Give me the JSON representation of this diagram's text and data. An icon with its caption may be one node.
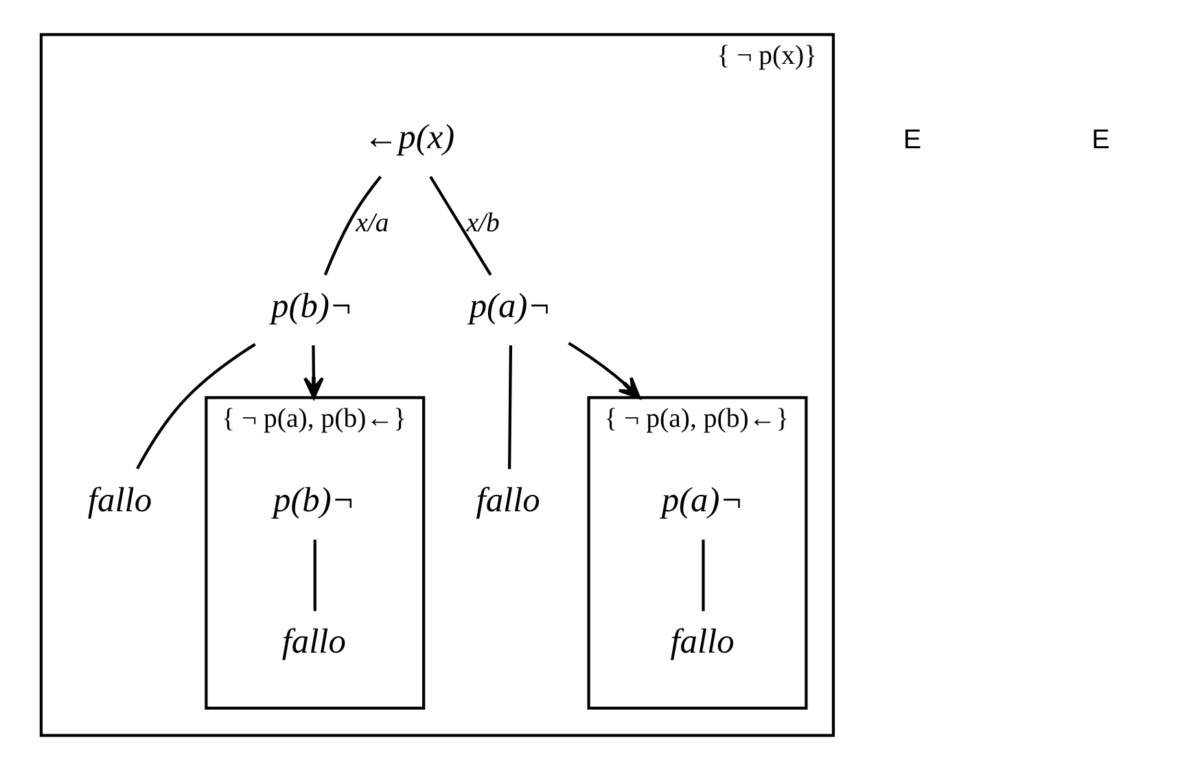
{
  "diagram": {
    "nodes": [
      {
        "text": [
          "{ ¬ p(x)}"
        ]
      },
      {
        "text": [
          "←p(x)"
        ],
        "in": 0
      },
      {
        "text": [
          "p(b)¬"
        ],
        "in": 0
      },
      {
        "text": [
          "p(a)¬"
        ],
        "in": 0
      },
      {
        "text": [
          "fallo"
        ],
        "in": 0
      },
      {
        "text": [
          "fallo"
        ],
        "in": 0
      },
      {
        "text": [
          "{ ¬ p(a), p(b)←}"
        ],
        "in": 0
      },
      {
        "text": [
          "p(b)¬"
        ],
        "in": 6
      },
      {
        "text": [
          "fallo"
        ],
        "in": 6
      },
      {
        "text": [
          "{ ¬ p(a), p(b)←}"
        ],
        "in": 0
      },
      {
        "text": [
          "p(a)¬"
        ],
        "in": 9
      },
      {
        "text": [
          "fallo"
        ],
        "in": 9
      }
    ],
    "edges": [
      {
        "from": 1,
        "to": 2,
        "arrow": "none",
        "label": "x/a"
      },
      {
        "from": 1,
        "to": 3,
        "arrow": "none",
        "label": "x/b"
      },
      {
        "from": 2,
        "to": 6,
        "arrow": "to"
      },
      {
        "from": 2,
        "to": 4,
        "arrow": "none"
      },
      {
        "from": 3,
        "to": 5,
        "arrow": "none"
      },
      {
        "from": 3,
        "to": 9,
        "arrow": "to"
      },
      {
        "from": 7,
        "to": 8,
        "arrow": "none"
      },
      {
        "from": 10,
        "to": 11,
        "arrow": "none"
      }
    ],
    "labels": [
      "E",
      "E"
    ]
  }
}
